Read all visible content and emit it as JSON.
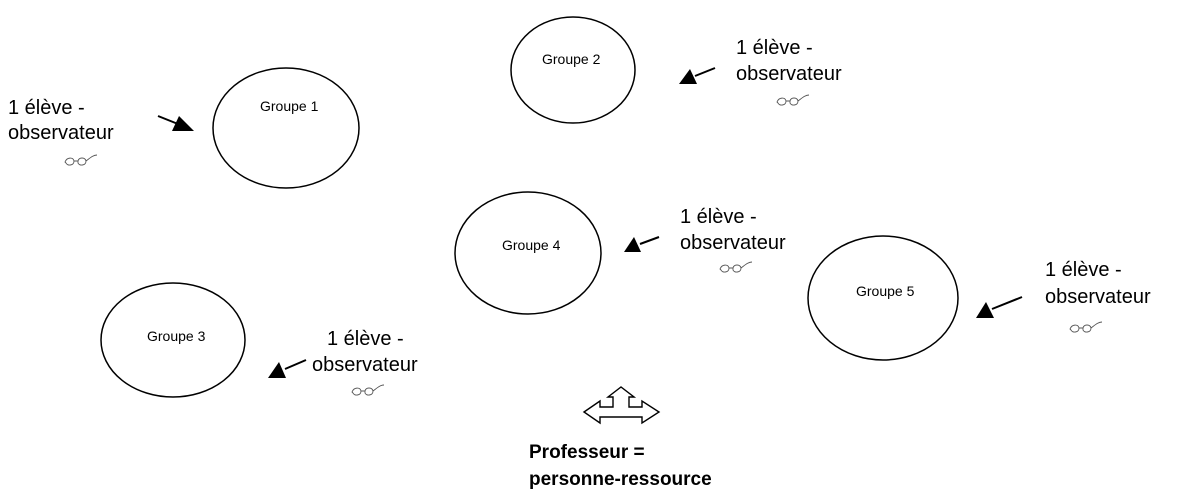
{
  "groups": [
    {
      "id": "g1",
      "label": "Groupe 1"
    },
    {
      "id": "g2",
      "label": "Groupe 2"
    },
    {
      "id": "g3",
      "label": "Groupe 3"
    },
    {
      "id": "g4",
      "label": "Groupe 4"
    },
    {
      "id": "g5",
      "label": "Groupe 5"
    }
  ],
  "observer": {
    "line1": "1 élève -",
    "line2": "observateur",
    "icon": "glasses-icon"
  },
  "professor": {
    "line1": "Professeur =",
    "line2": "personne-ressource",
    "icon": "four-way-arrow-icon"
  },
  "colors": {
    "stroke": "#000000",
    "background": "#ffffff"
  }
}
